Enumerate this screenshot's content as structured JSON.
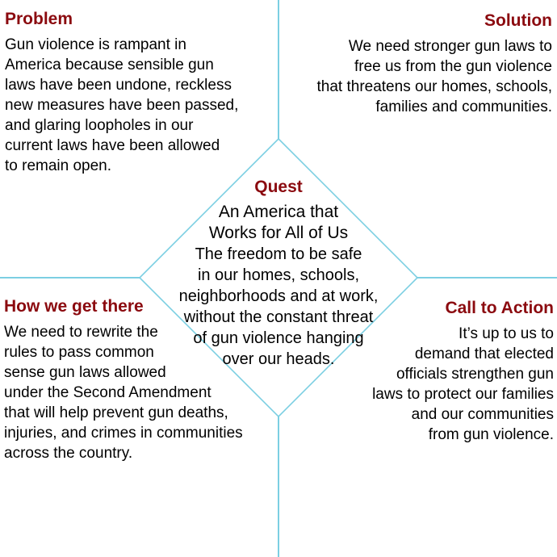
{
  "colors": {
    "heading": "#8B0A0F",
    "line": "#7CCFE2",
    "text": "#000000",
    "background": "#FFFFFF"
  },
  "diagram": {
    "center": {
      "title": "Quest",
      "subtitle_lines": [
        "An America that",
        "Works for All of Us"
      ],
      "body_lines": [
        "The freedom to be safe",
        "in our homes, schools,",
        "neighborhoods and at work,",
        "without the constant threat",
        "of gun violence hanging",
        "over our heads."
      ]
    },
    "quadrants": {
      "problem": {
        "title": "Problem",
        "lines": [
          "Gun violence is rampant in",
          "America because sensible gun",
          "laws have been undone, reckless",
          "new measures have been passed,",
          "and glaring loopholes in our",
          "current laws have been allowed",
          "to remain open."
        ]
      },
      "solution": {
        "title": "Solution",
        "lines": [
          "We need stronger gun laws to",
          "free us from the gun violence",
          "that threatens our homes, schools,",
          "families and communities."
        ]
      },
      "how_we_get_there": {
        "title": "How we get there",
        "lines": [
          "We need to rewrite the",
          "rules to pass common",
          "sense gun laws allowed",
          "under the Second Amendment",
          "that will help prevent gun deaths,",
          "injuries, and crimes in communities",
          "across the country."
        ]
      },
      "call_to_action": {
        "title": "Call to Action",
        "lines": [
          "It’s up to us to",
          "demand that elected",
          "officials strengthen gun",
          "laws to protect our families",
          "and our communities",
          "from gun violence."
        ]
      }
    }
  }
}
